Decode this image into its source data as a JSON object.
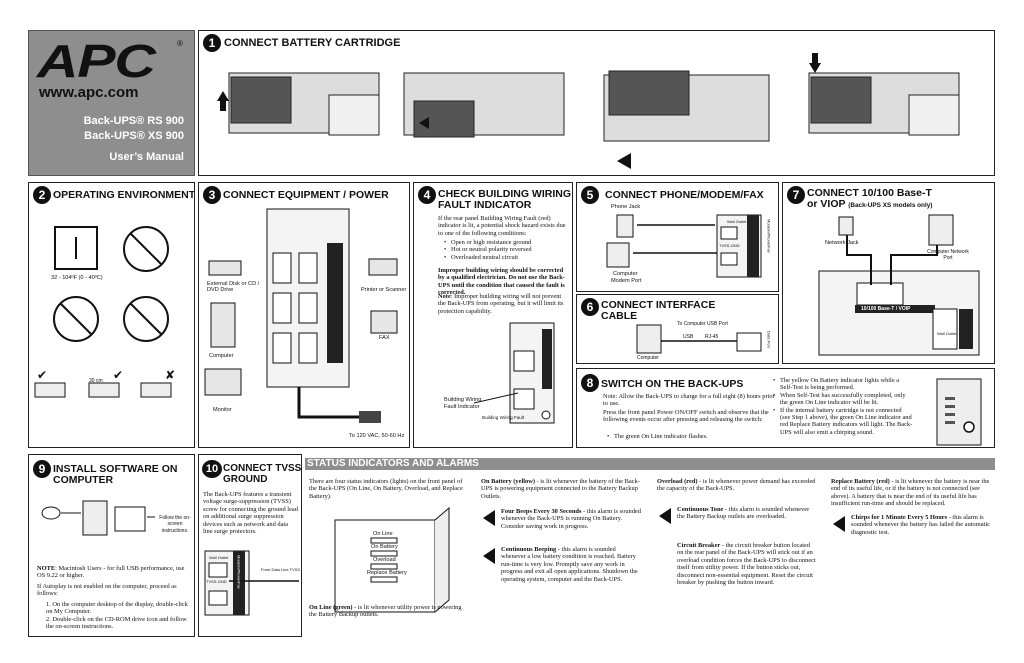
{
  "cover": {
    "logo": "APC",
    "registered": "®",
    "url": "www.apc.com",
    "model1": "Back-UPS® RS 900",
    "model2": "Back-UPS® XS 900",
    "manual": "User’s Manual"
  },
  "s1": {
    "num": "1",
    "title": "CONNECT BATTERY CARTRIDGE"
  },
  "s2": {
    "num": "2",
    "title": "OPERATING ENVIRONMENT",
    "temp": "32 - 104ºF (0 - 40ºC)",
    "clearance": "30 cm"
  },
  "s3": {
    "num": "3",
    "title": "CONNECT EQUIPMENT / POWER",
    "disk": "External Disk or CD / DVD Drive",
    "computer": "Computer",
    "monitor": "Monitor",
    "printer": "Printer or Scanner",
    "fax": "FAX",
    "power": "To 120 VAC, 50-60 Hz"
  },
  "s4": {
    "num": "4",
    "title1": "CHECK BUILDING WIRING",
    "title2": "FAULT INDICATOR",
    "intro": "If the rear panel Building Wiring Fault (red) indicator is lit, a potential shock hazard exists due to one of the following conditions:",
    "bullets": [
      "Open or high resistance ground",
      "Hot or neutral polarity reversed",
      "Overloaded neutral circuit"
    ],
    "warning": "Improper building wiring should be corrected by a qualified electrician. Do not use the Back-UPS until the condition that caused the fault is corrected.",
    "note_label": "Note",
    "note": ": Improper building wiring will not prevent the Back-UPS from operating, but it will limit its protection capability.",
    "fig_label1": "Building Wiring",
    "fig_label2": "Fault Indicator",
    "fig_label3": "Building Wiring Fault"
  },
  "s5": {
    "num": "5",
    "title": "CONNECT PHONE/MODEM/FAX",
    "jack": "Phone Jack",
    "modem1": "Computer",
    "modem2": "Modem Port",
    "wall": "Wall Outlet",
    "tvss": "TVSS-GND",
    "tag": "Modem/Phone/Fax"
  },
  "s6": {
    "num": "6",
    "title1": "CONNECT INTERFACE",
    "title2": "CABLE",
    "usb_port": "To Computer USB Port",
    "usb": "USB",
    "rj45": "RJ-45",
    "computer": "Computer",
    "data_port": "Data Port"
  },
  "s7": {
    "num": "7",
    "title1": "CONNECT 10/100 Base-T",
    "title2": "or VIOP",
    "title_note": "(Back-UPS XS models only)",
    "network_jack": "Network Jack",
    "computer_port": "Computer Network Port",
    "label": "10/100 Base-T / VOIP",
    "wall": "Wall Outlet"
  },
  "s8": {
    "num": "8",
    "title": "SWITCH ON THE BACK-UPS",
    "note": "Note: Allow the Back-UPS to charge for a full eight (8) hours prior to use.",
    "press": "Press the front panel Power ON/OFF switch and observe that the following events occur after pressing and releasing the switch:",
    "bullets_left": [
      "The green On Line indicator flashes."
    ],
    "bullets_right": [
      "The yellow On Battery indicator lights while a Self-Test is being performed.",
      "When Self-Test has successfully completed, only the green On Line indicator will be lit.",
      "If the internal battery cartridge is not connected (see Step 1 above), the green On Line indicator and red Replace Battery indicators will light. The Back-UPS will also emit a chirping sound."
    ]
  },
  "s9": {
    "num": "9",
    "title1": "INSTALL SOFTWARE ON",
    "title2": "COMPUTER",
    "follow": "Follow the on-screen instructions.",
    "note_label": "NOTE",
    "note": ": Macintosh Users - for full USB performance, use OS 9.22 or higher.",
    "autoplay": "If Autoplay is not enabled on the computer, proceed as follows:",
    "steps": [
      "1.  On the computer desktop of the display, double-click on My Computer.",
      "2.  Double-click on the CD-ROM drive icon and follow the on-screen instructions."
    ]
  },
  "s10": {
    "num": "10",
    "title1": "CONNECT TVSS",
    "title2": "GROUND",
    "text": "The Back-UPS features a transient voltage surge-suppression (TVSS) screw for connecting the ground lead on additional surge suppression devices such as network and data line surge protectors.",
    "wall": "Wall Outlet",
    "tvss": "TVSS-GND",
    "tag": "Modem/Phone/Fax",
    "from": "From Data Line TVSS"
  },
  "status": {
    "header": "STATUS INDICATORS AND ALARMS",
    "intro": "There are four status indicators (lights) on the front panel of the Back-UPS (On Line, On Battery, Overload, and Replace Battery).",
    "leds": [
      "On Line",
      "On Battery",
      "Overload",
      "Replace Battery"
    ],
    "online_label": "On Line (green)",
    "online": " - is lit whenever utility power is powering the Battery Backup outlets.",
    "onbatt_label": "On Battery (yellow)",
    "onbatt": " - is lit whenever the battery of the Back-UPS is powering equipment connected to the Battery Backup Outlets.",
    "beeps_label": "Four Beeps Every 30 Seconds",
    "beeps": " - this alarm is sounded whenever the Back-UPS is running On Battery. Consider saving work in progress.",
    "cont_label": "Continuous Beeping",
    "cont": " - this alarm is sounded whenever a low battery condition is reached. Battery run-time is very low. Promptly save any work in progress and exit all open applications. Shutdown the operating system, computer and the Back-UPS.",
    "overload_label": "Overload (red)",
    "overload": " - is lit whenever power demand has exceeded the capacity of the Back-UPS.",
    "tone_label": "Continuous Tone",
    "tone": " - this alarm is sounded whenever the Battery Backup outlets are overloaded.",
    "breaker_label": "Circuit Breaker",
    "breaker": " - the circuit breaker button located on the rear panel of the Back-UPS will stick out if an overload condition forces the Back-UPS to disconnect itself from utility power. If the button sticks out, disconnect non-essential equipment. Reset the circuit breaker by pushing the button inward.",
    "replace_label": "Replace Battery (red)",
    "replace": " - is lit whenever the battery is near the end of its useful life, or if the battery is not connected (see above). A battery that is near the end of its useful life has insufficient run-time and should be replaced.",
    "chirps_label": "Chirps for 1 Minute Every 5 Hours",
    "chirps": " - this alarm is sounded whenever the battery has failed the automatic diagnostic test."
  }
}
